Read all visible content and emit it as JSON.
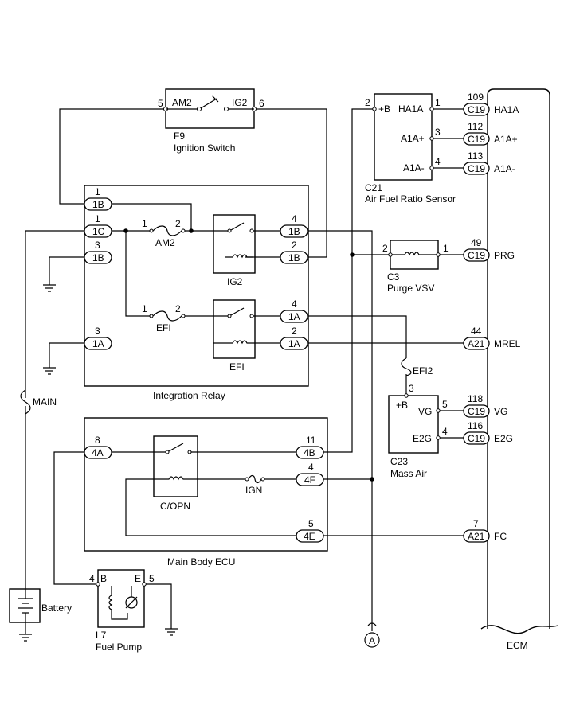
{
  "components": {
    "ignition_switch": {
      "ref": "F9",
      "name": "Ignition Switch",
      "pin_left": "5",
      "pin_right": "6",
      "label_left": "AM2",
      "label_right": "IG2"
    },
    "integration_relay": {
      "name": "Integration Relay",
      "fuse_am2": "AM2",
      "fuse_efi": "EFI",
      "relay_ig2": "IG2",
      "relay_efi": "EFI",
      "fuse_pin1": "1",
      "fuse_pin2": "2"
    },
    "main_body_ecu": {
      "name": "Main Body ECU",
      "relay": "C/OPN",
      "fuse": "IGN"
    },
    "af_sensor": {
      "ref": "C21",
      "name": "Air Fuel Ratio Sensor",
      "pin_plusb": "+B",
      "pin_ha1a": "HA1A",
      "pin_a1ap": "A1A+",
      "pin_a1am": "A1A-",
      "num_plusb": "2",
      "num_ha1a": "1",
      "num_a1ap": "3",
      "num_a1am": "4"
    },
    "purge_vsv": {
      "ref": "C3",
      "name": "Purge VSV",
      "pin_left": "2",
      "pin_right": "1"
    },
    "mass_air": {
      "ref": "C23",
      "name": "Mass Air",
      "pin_plusb": "+B",
      "pin_vg": "VG",
      "pin_e2g": "E2G",
      "num_plusb": "3",
      "num_vg": "5",
      "num_e2g": "4"
    },
    "fuel_pump": {
      "ref": "L7",
      "name": "Fuel Pump",
      "pin_b": "B",
      "pin_e": "E",
      "num_b": "4",
      "num_e": "5"
    },
    "battery": {
      "name": "Battery"
    },
    "main_fuse": {
      "name": "MAIN"
    },
    "efi2_fuse": {
      "name": "EFI2"
    },
    "ecm": {
      "name": "ECM"
    },
    "ref_a": {
      "label": "A"
    }
  },
  "connectors": {
    "ir_1b_a": {
      "code": "1B",
      "pin": "1"
    },
    "ir_1c": {
      "code": "1C",
      "pin": "1"
    },
    "ir_1b_b": {
      "code": "1B",
      "pin": "3"
    },
    "ir_1a_left": {
      "code": "1A",
      "pin": "3"
    },
    "ir_1b_c": {
      "code": "1B",
      "pin": "4"
    },
    "ir_1b_d": {
      "code": "1B",
      "pin": "2"
    },
    "ir_1a_a": {
      "code": "1A",
      "pin": "4"
    },
    "ir_1a_b": {
      "code": "1A",
      "pin": "2"
    },
    "mb_4a": {
      "code": "4A",
      "pin": "8"
    },
    "mb_4b": {
      "code": "4B",
      "pin": "11"
    },
    "mb_4f": {
      "code": "4F",
      "pin": "4"
    },
    "mb_4e": {
      "code": "4E",
      "pin": "5"
    }
  },
  "ecm_pins": [
    {
      "code": "C19",
      "pin": "109",
      "signal": "HA1A"
    },
    {
      "code": "C19",
      "pin": "112",
      "signal": "A1A+"
    },
    {
      "code": "C19",
      "pin": "113",
      "signal": "A1A-"
    },
    {
      "code": "C19",
      "pin": "49",
      "signal": "PRG"
    },
    {
      "code": "A21",
      "pin": "44",
      "signal": "MREL"
    },
    {
      "code": "C19",
      "pin": "118",
      "signal": "VG"
    },
    {
      "code": "C19",
      "pin": "116",
      "signal": "E2G"
    },
    {
      "code": "A21",
      "pin": "7",
      "signal": "FC"
    }
  ]
}
